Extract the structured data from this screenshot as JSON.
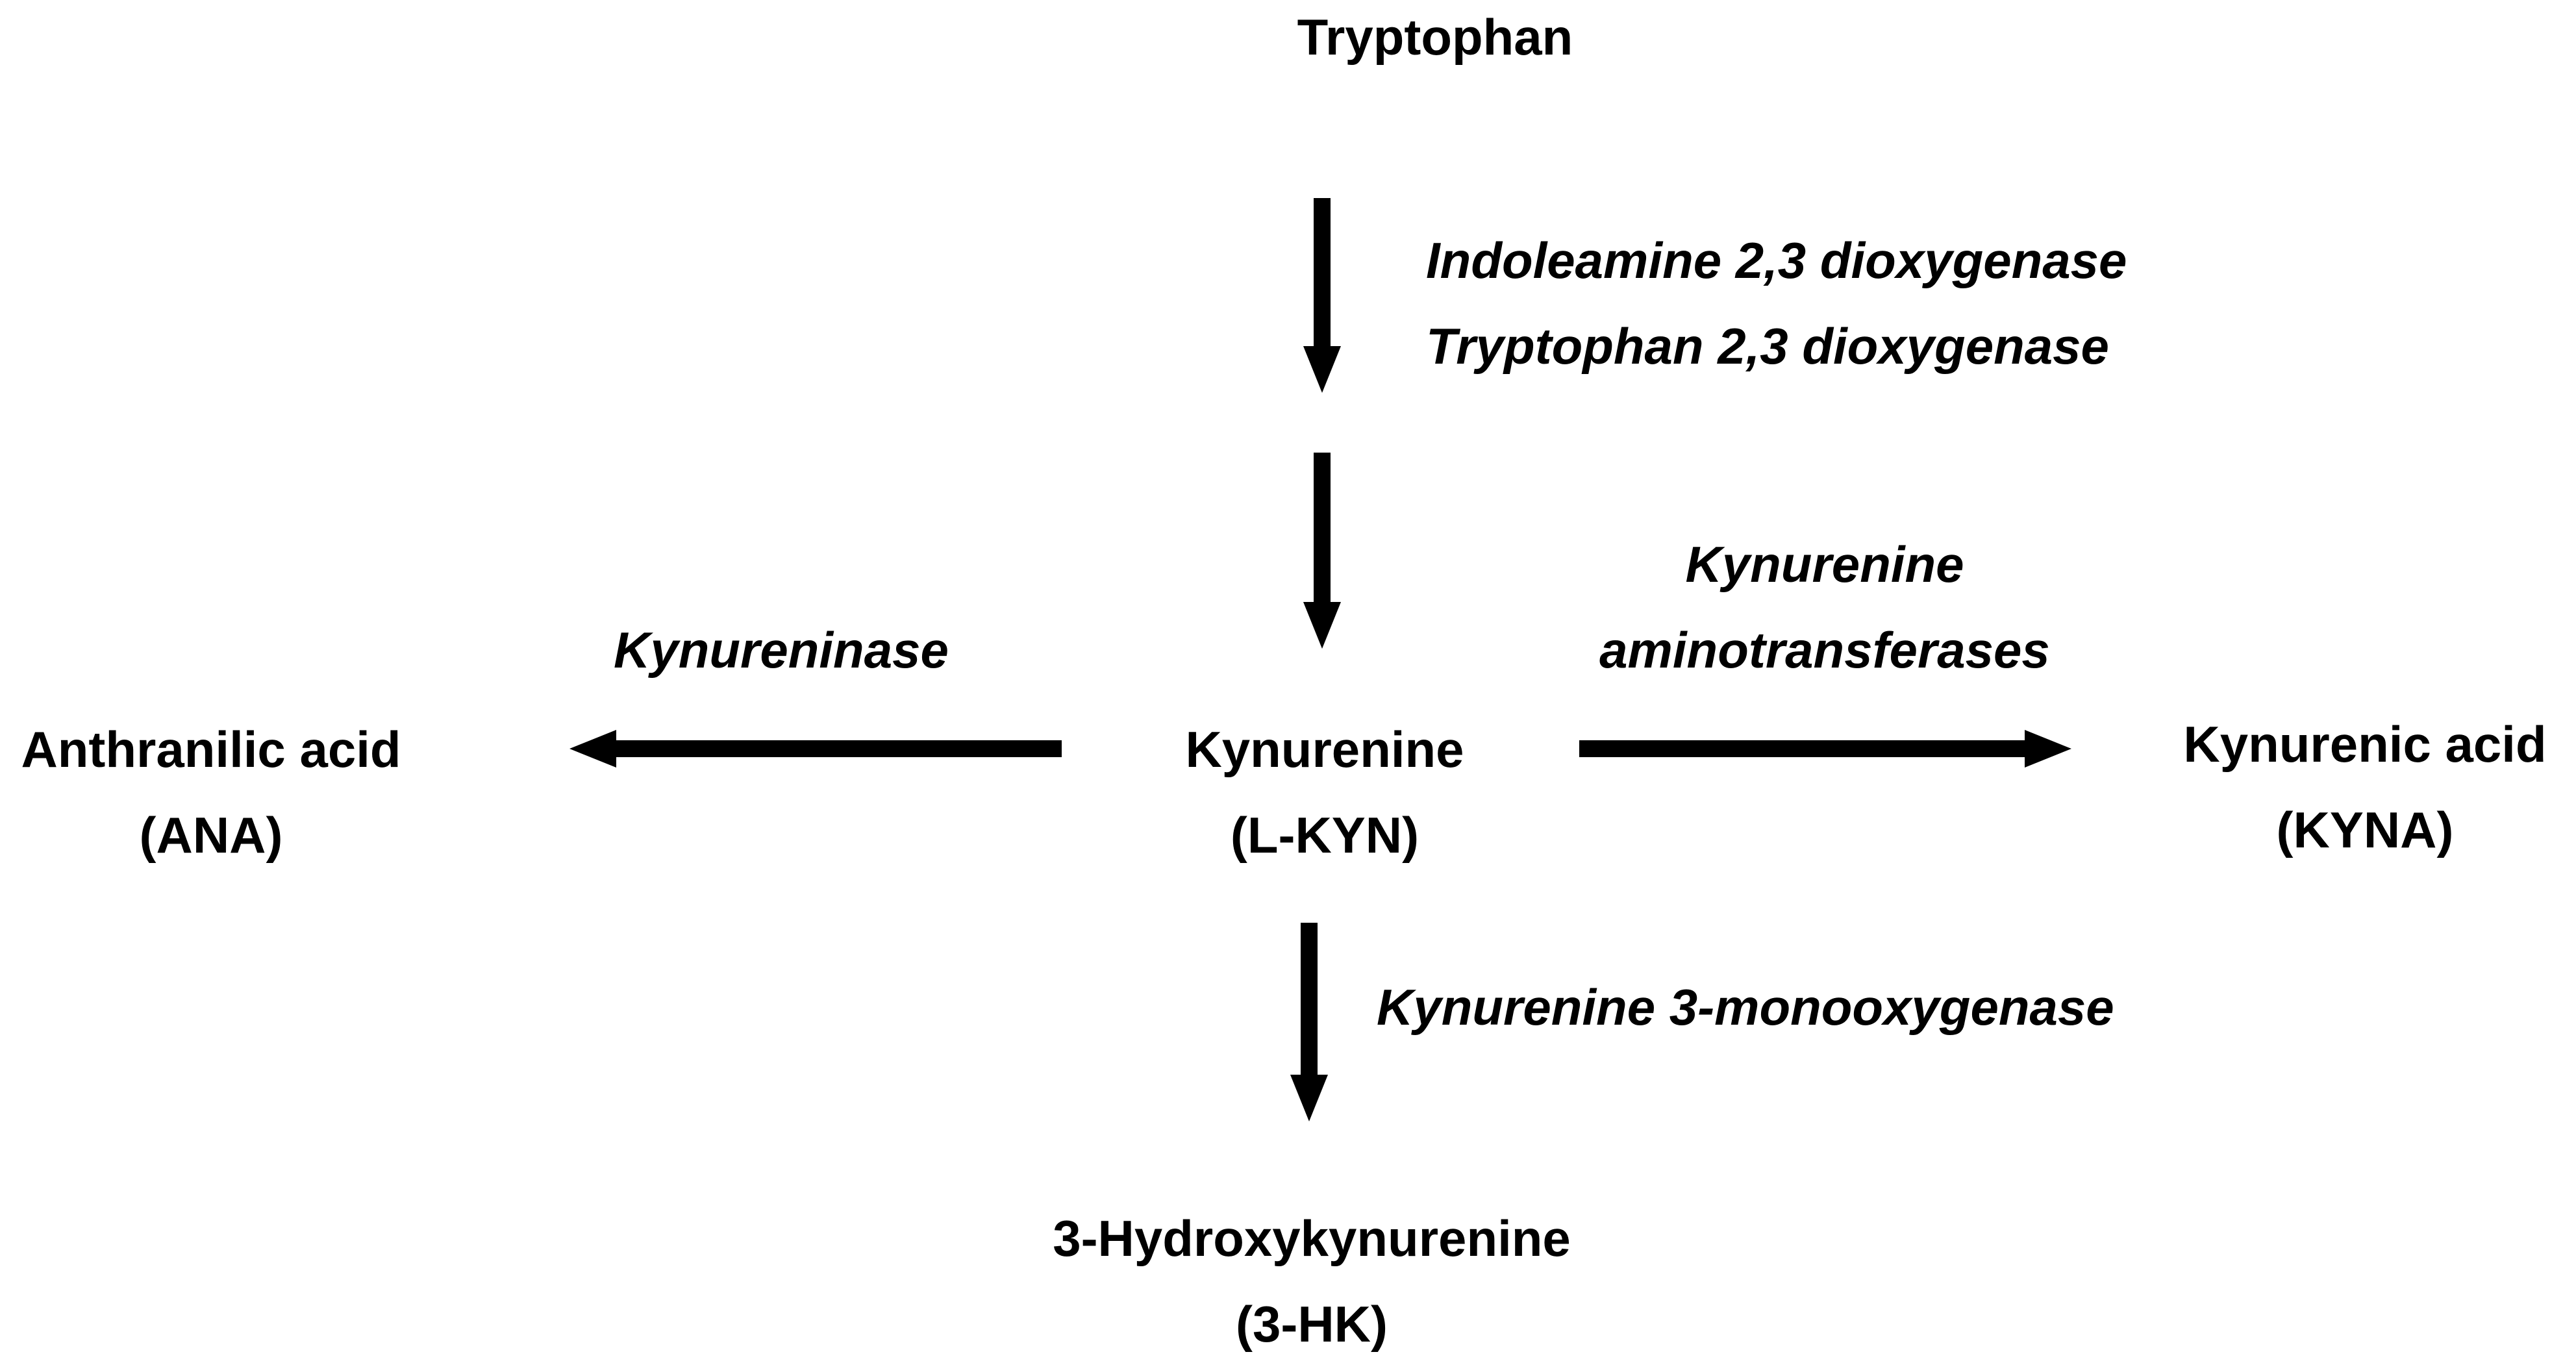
{
  "nodes": {
    "tryptophan": {
      "name": "Tryptophan"
    },
    "kynurenine": {
      "name": "Kynurenine",
      "abbr": "(L-KYN)"
    },
    "anthranilic": {
      "name": "Anthranilic acid",
      "abbr": "(ANA)"
    },
    "kynurenic": {
      "name": "Kynurenic acid",
      "abbr": "(KYNA)"
    },
    "hydroxy": {
      "name": "3-Hydroxykynurenine",
      "abbr": "(3-HK)"
    }
  },
  "enzymes": {
    "dioxygenase_1": "Indoleamine 2,3 dioxygenase",
    "dioxygenase_2": "Tryptophan 2,3 dioxygenase",
    "kynureninase": "Kynureninase",
    "aminotransferase_1": "Kynurenine",
    "aminotransferase_2": "aminotransferases",
    "monooxygenase": "Kynurenine 3-monooxygenase"
  },
  "colors": {
    "ink": "#000000",
    "background": "#ffffff"
  }
}
